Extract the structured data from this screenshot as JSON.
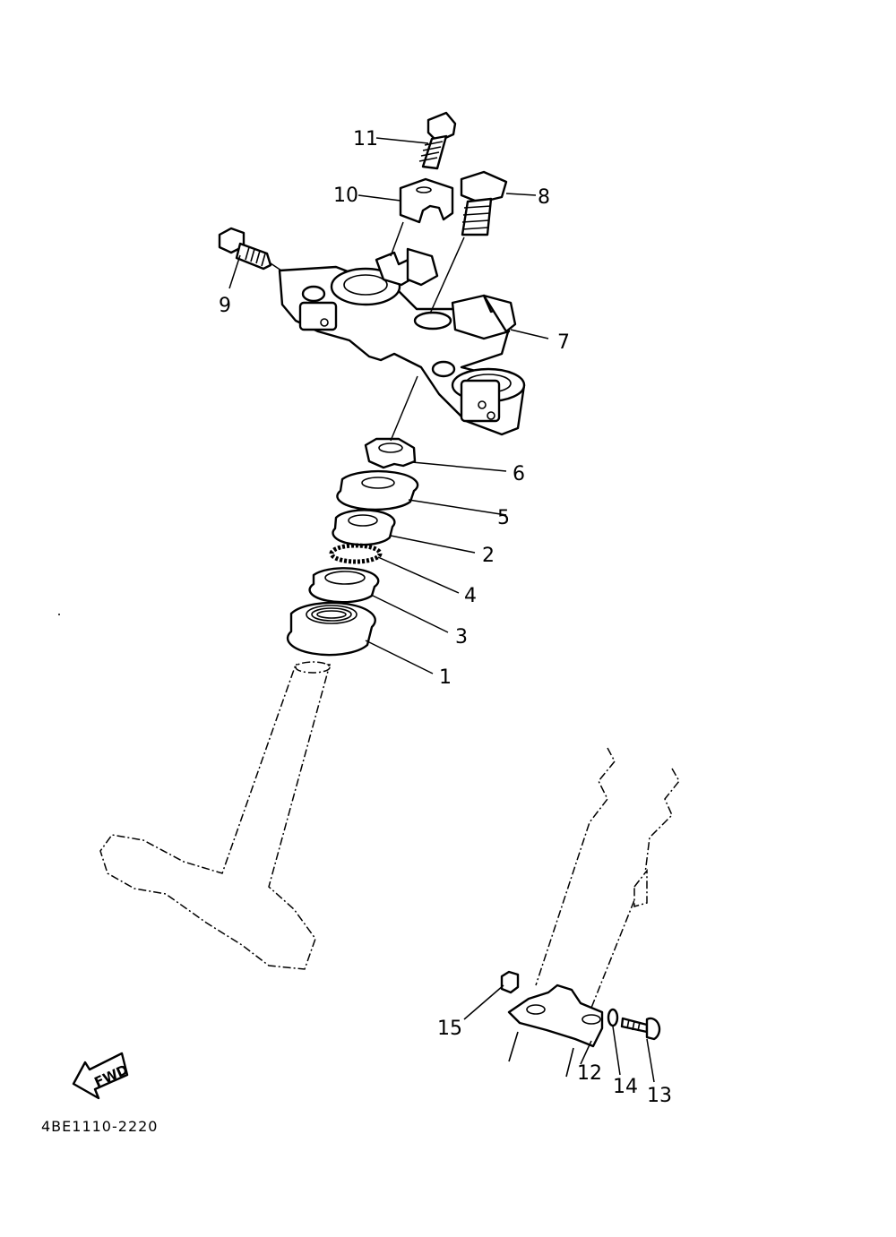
{
  "diagram": {
    "callouts": [
      "1",
      "2",
      "3",
      "4",
      "5",
      "6",
      "7",
      "8",
      "9",
      "10",
      "11",
      "12",
      "13",
      "14",
      "15"
    ],
    "fwd_label": "FWD",
    "drawing_code": "4BE1110-2220"
  }
}
